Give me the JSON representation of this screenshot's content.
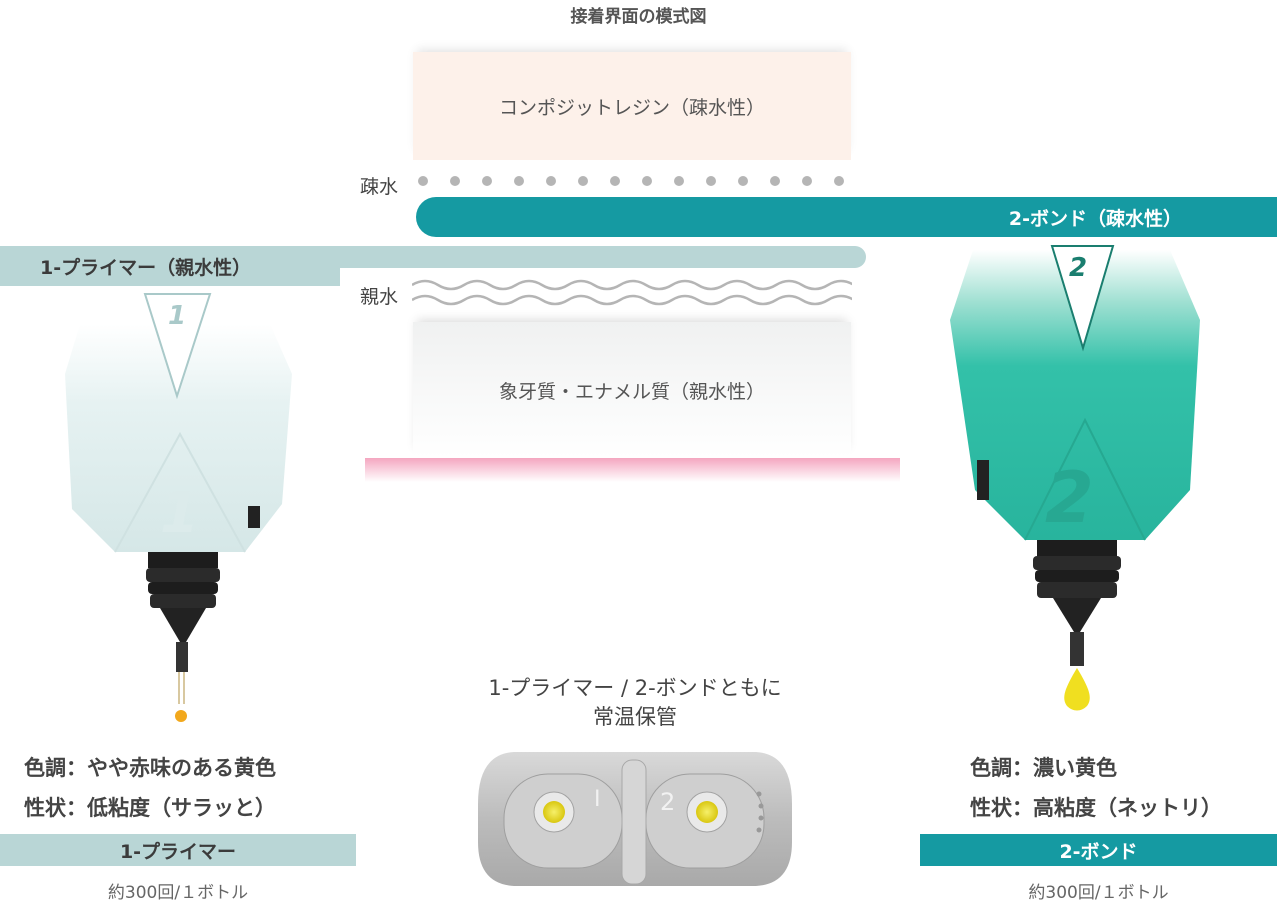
{
  "diagram": {
    "title": "接着界面の模式図",
    "composite_layer": "コンポジットレジン（疎水性）",
    "dentin_layer": "象牙質・エナメル質（親水性）",
    "hydrophobic_label": "疎水",
    "hydrophilic_label": "親水",
    "bond_bar_label": "2-ボンド（疎水性）",
    "primer_bar_label": "1-プライマー（親水性）"
  },
  "primer": {
    "color_line": "色調：やや赤味のある黄色",
    "property_line": "性状：低粘度（サラッと）",
    "name": "1-プライマー",
    "count": "約300回/１ボトル",
    "bottle_mark": "1"
  },
  "bond": {
    "color_line": "色調：濃い黄色",
    "property_line": "性状：高粘度（ネットリ）",
    "name": "2-ボンド",
    "count": "約300回/１ボトル",
    "bottle_mark": "2"
  },
  "storage": {
    "caption_line1": "1-プライマー / 2-ボンドともに",
    "caption_line2": "常温保管",
    "tray_label_1": "I",
    "tray_label_2": "2"
  },
  "colors": {
    "primer_bar": "#b9d6d6",
    "bond_bar": "#159aa2",
    "primer_bottle": "#dfeeee",
    "bond_bottle": "#2fbfa6",
    "interface_line": "#f4a6c0"
  }
}
